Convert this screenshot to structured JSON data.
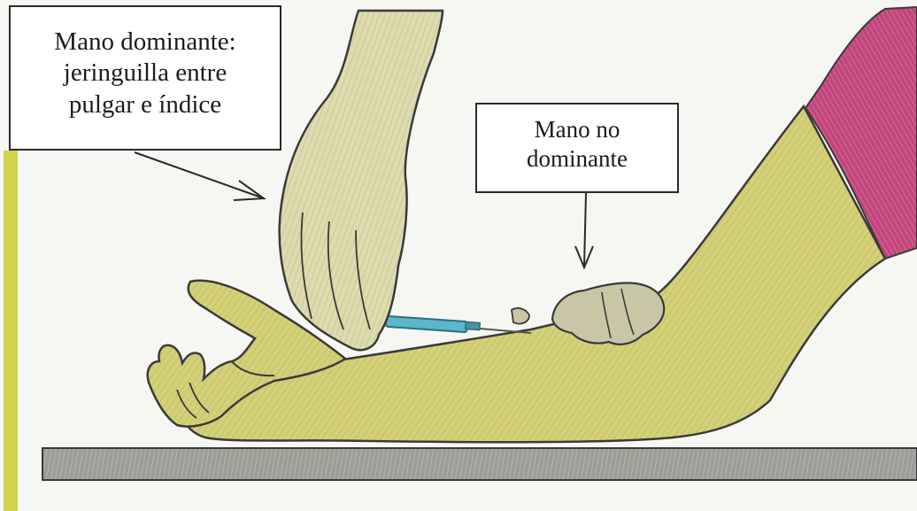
{
  "labels": {
    "dominant_hand": {
      "line1": "Mano dominante:",
      "line2": "jeringuilla entre",
      "line3": "pulgar e índice"
    },
    "nondominant_hand": {
      "line1": "Mano no",
      "line2": "dominante"
    }
  },
  "colors": {
    "skin": "#d4d07a",
    "skin_shade": "#bdb85f",
    "sleeve": "#c2457c",
    "table": "#9c9c98",
    "left_strip": "#cfd24a",
    "syringe": "#5bb7c9",
    "outline": "#3a3a3a"
  }
}
